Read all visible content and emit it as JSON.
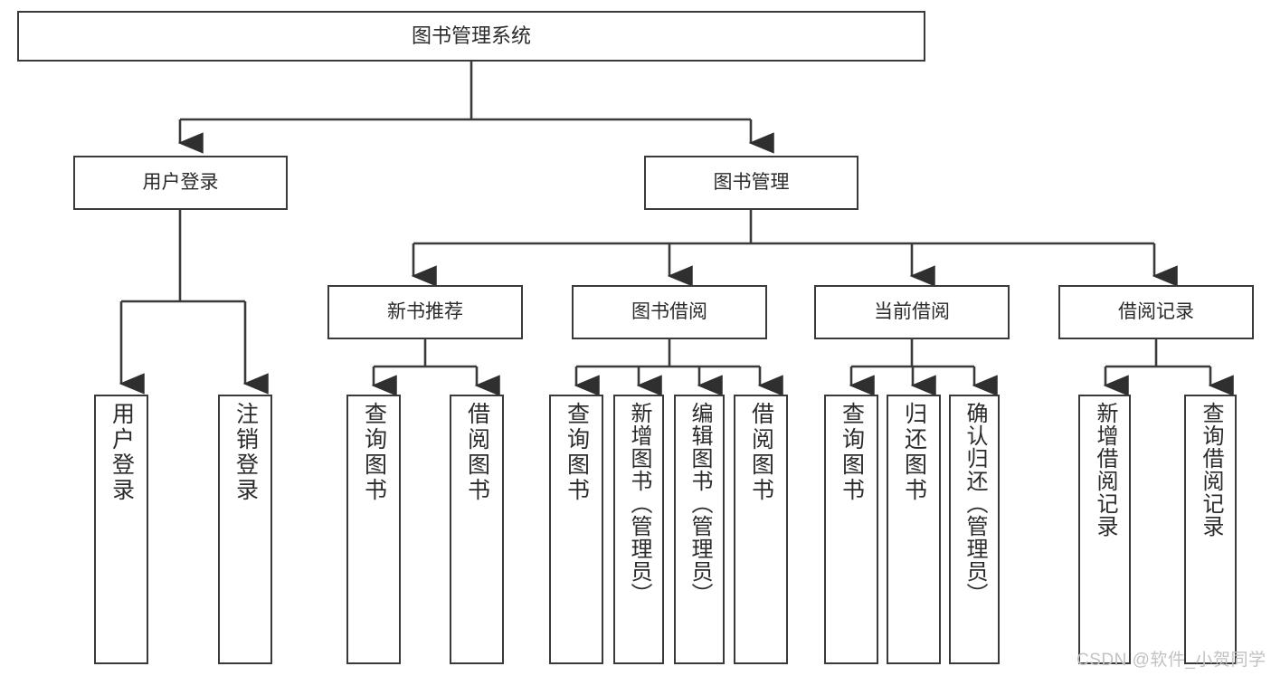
{
  "diagram": {
    "type": "tree-hierarchy",
    "title": "图书管理系统",
    "root": {
      "label": "图书管理系统"
    },
    "level2": [
      {
        "id": "user-login",
        "label": "用户登录"
      },
      {
        "id": "book-management",
        "label": "图书管理"
      }
    ],
    "level3": [
      {
        "id": "new-book-recommend",
        "label": "新书推荐",
        "parent": "book-management"
      },
      {
        "id": "book-borrow",
        "label": "图书借阅",
        "parent": "book-management"
      },
      {
        "id": "current-borrow",
        "label": "当前借阅",
        "parent": "book-management"
      },
      {
        "id": "borrow-record",
        "label": "借阅记录",
        "parent": "book-management"
      }
    ],
    "leaves": [
      {
        "id": "leaf-user-login",
        "label": "用户登录",
        "parent": "user-login"
      },
      {
        "id": "leaf-logout",
        "label": "注销登录",
        "parent": "user-login"
      },
      {
        "id": "leaf-query-book-1",
        "label": "查询图书",
        "parent": "new-book-recommend"
      },
      {
        "id": "leaf-borrow-book-1",
        "label": "借阅图书",
        "parent": "new-book-recommend"
      },
      {
        "id": "leaf-query-book-2",
        "label": "查询图书",
        "parent": "book-borrow"
      },
      {
        "id": "leaf-add-book",
        "label": "新增图书（管理员）",
        "parent": "book-borrow"
      },
      {
        "id": "leaf-edit-book",
        "label": "编辑图书（管理员）",
        "parent": "book-borrow"
      },
      {
        "id": "leaf-borrow-book-2",
        "label": "借阅图书",
        "parent": "book-borrow"
      },
      {
        "id": "leaf-query-book-3",
        "label": "查询图书",
        "parent": "current-borrow"
      },
      {
        "id": "leaf-return-book",
        "label": "归还图书",
        "parent": "current-borrow"
      },
      {
        "id": "leaf-confirm-return",
        "label": "确认归还（管理员）",
        "parent": "current-borrow"
      },
      {
        "id": "leaf-add-record",
        "label": "新增借阅记录",
        "parent": "borrow-record"
      },
      {
        "id": "leaf-query-record",
        "label": "查询借阅记录",
        "parent": "borrow-record"
      }
    ],
    "colors": {
      "stroke": "#3a3a3a",
      "text": "#2b2b2b",
      "background": "#ffffff",
      "watermark": "#c2c2c2"
    }
  },
  "watermark": {
    "text": "CSDN @软件_小贺同学"
  }
}
